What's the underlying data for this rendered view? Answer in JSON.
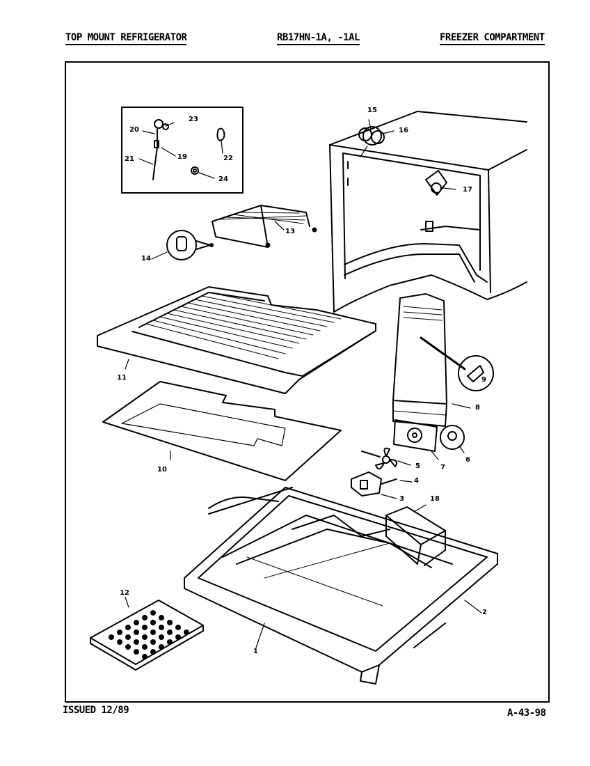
{
  "header": {
    "left": "TOP MOUNT REFRIGERATOR",
    "center": "RB17HN-1A, -1AL",
    "right": "FREEZER COMPARTMENT"
  },
  "footer": {
    "issued": "ISSUED 12/89",
    "code": "A-43-98"
  },
  "callouts": [
    "1",
    "2",
    "3",
    "4",
    "5",
    "6",
    "7",
    "8",
    "9",
    "10",
    "11",
    "12",
    "13",
    "14",
    "15",
    "16",
    "17",
    "18",
    "19",
    "20",
    "21",
    "22",
    "23",
    "24"
  ]
}
